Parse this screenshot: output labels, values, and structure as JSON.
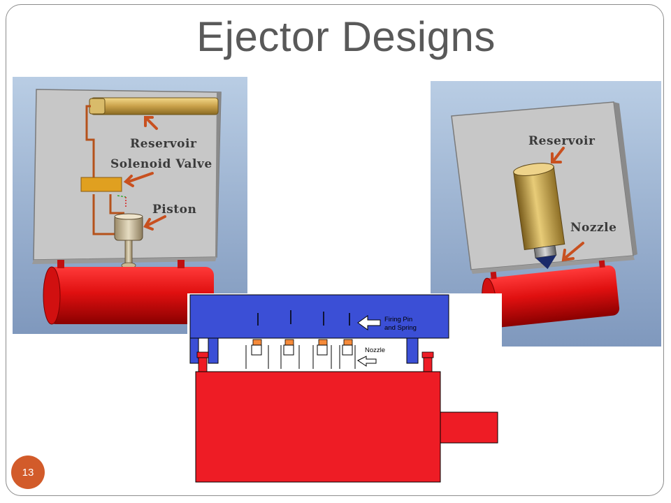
{
  "slide": {
    "title": "Ejector Designs",
    "page_number": "13"
  },
  "left_design": {
    "labels": {
      "reservoir": "Reservoir",
      "solenoid_valve": "Solenoid Valve",
      "piston": "Piston"
    }
  },
  "right_design": {
    "labels": {
      "reservoir": "Reservoir",
      "nozzle": "Nozzle"
    }
  },
  "schematic": {
    "labels": {
      "firing_pin_line1": "Firing Pin",
      "firing_pin_line2": "and Spring",
      "nozzle": "Nozzle"
    }
  },
  "colors": {
    "accent_badge": "#d25b2a",
    "arrow": "#c8501f",
    "tank_red": "#e01010",
    "schematic_blue": "#3b4fd6",
    "schematic_red": "#ee1c25"
  }
}
